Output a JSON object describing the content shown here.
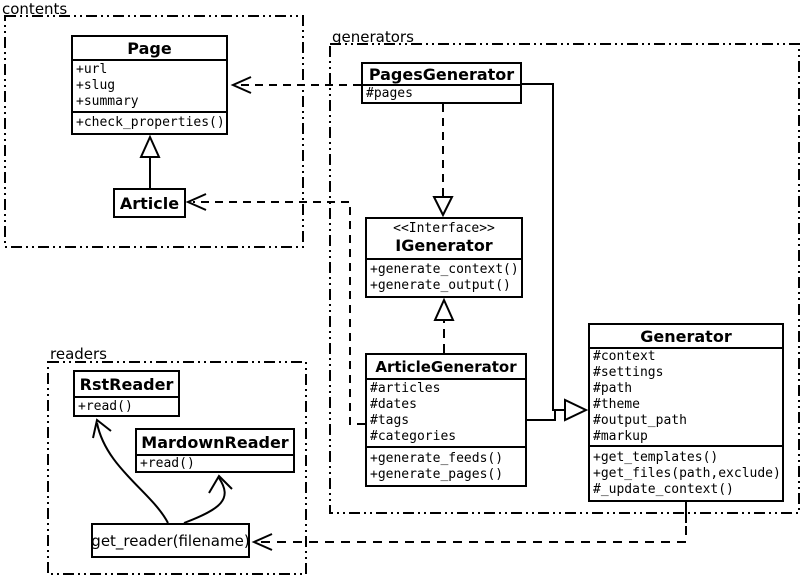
{
  "diagram": {
    "type": "uml-class-diagram",
    "background": "#ffffff",
    "line_color": "#000000"
  },
  "packages": {
    "contents": {
      "label": "contents"
    },
    "generators": {
      "label": "generators"
    },
    "readers": {
      "label": "readers"
    }
  },
  "classes": {
    "page": {
      "name": "Page",
      "attributes": [
        "+url",
        "+slug",
        "+summary"
      ],
      "methods": [
        "+check_properties()"
      ]
    },
    "article": {
      "name": "Article"
    },
    "pages_generator": {
      "name": "PagesGenerator",
      "attributes": [
        "#pages"
      ]
    },
    "igenerator": {
      "stereotype": "<<Interface>>",
      "name": "IGenerator",
      "methods": [
        "+generate_context()",
        "+generate_output()"
      ]
    },
    "article_generator": {
      "name": "ArticleGenerator",
      "attributes": [
        "#articles",
        "#dates",
        "#tags",
        "#categories"
      ],
      "methods": [
        "+generate_feeds()",
        "+generate_pages()"
      ]
    },
    "generator": {
      "name": "Generator",
      "attributes": [
        "#context",
        "#settings",
        "#path",
        "#theme",
        "#output_path",
        "#markup"
      ],
      "methods": [
        "+get_templates()",
        "+get_files(path,exclude)",
        "#_update_context()"
      ]
    },
    "rst_reader": {
      "name": "RstReader",
      "methods": [
        "+read()"
      ]
    },
    "mardown_reader": {
      "name": "MardownReader",
      "methods": [
        "+read()"
      ]
    },
    "get_reader": {
      "label": "get_reader(filename)"
    }
  },
  "relationships": [
    {
      "from": "Article",
      "to": "Page",
      "type": "inheritance"
    },
    {
      "from": "PagesGenerator",
      "to": "Page",
      "type": "dependency"
    },
    {
      "from": "ArticleGenerator",
      "to": "Article",
      "type": "dependency"
    },
    {
      "from": "PagesGenerator",
      "to": "IGenerator",
      "type": "realization"
    },
    {
      "from": "ArticleGenerator",
      "to": "IGenerator",
      "type": "realization"
    },
    {
      "from": "PagesGenerator",
      "to": "Generator",
      "type": "inheritance"
    },
    {
      "from": "ArticleGenerator",
      "to": "Generator",
      "type": "inheritance"
    },
    {
      "from": "Generator",
      "to": "get_reader(filename)",
      "type": "dependency"
    },
    {
      "from": "get_reader(filename)",
      "to": "RstReader",
      "type": "arrow"
    },
    {
      "from": "get_reader(filename)",
      "to": "MardownReader",
      "type": "arrow"
    }
  ]
}
